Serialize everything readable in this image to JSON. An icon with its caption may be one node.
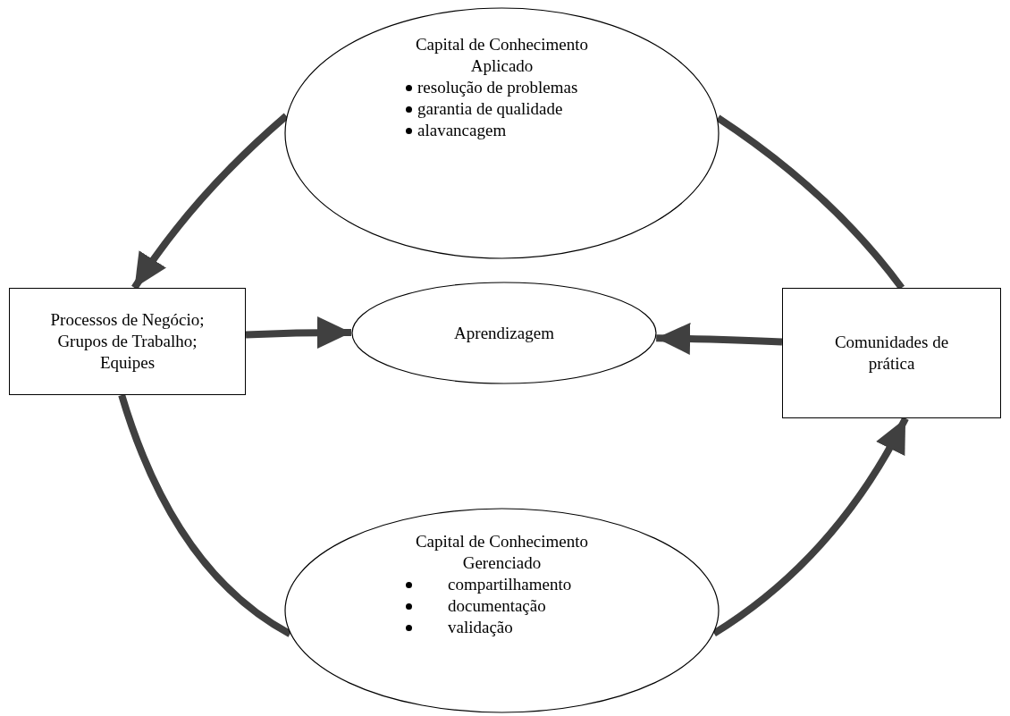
{
  "diagram": {
    "nodes": [
      {
        "text": [
          "Capital de Conhecimento Aplicado",
          "resolução de problemas",
          "garantia de qualidade",
          "alavancagem"
        ]
      },
      {
        "text": [
          "Processos de Negócio; Grupos de Trabalho; Equipes"
        ]
      },
      {
        "text": [
          "Aprendizagem"
        ]
      },
      {
        "text": [
          "Comunidades de prática"
        ]
      },
      {
        "text": [
          "Capital de Conhecimento Gerenciado",
          "compartilhamento",
          "documentação",
          "validação"
        ]
      }
    ],
    "edges": [
      {
        "from": 0,
        "to": 1,
        "arrow": "to"
      },
      {
        "from": 3,
        "to": 0,
        "arrow": "none"
      },
      {
        "from": 1,
        "to": 4,
        "arrow": "none"
      },
      {
        "from": 4,
        "to": 3,
        "arrow": "to"
      },
      {
        "from": 1,
        "to": 2,
        "arrow": "to"
      },
      {
        "from": 3,
        "to": 2,
        "arrow": "to"
      }
    ]
  }
}
